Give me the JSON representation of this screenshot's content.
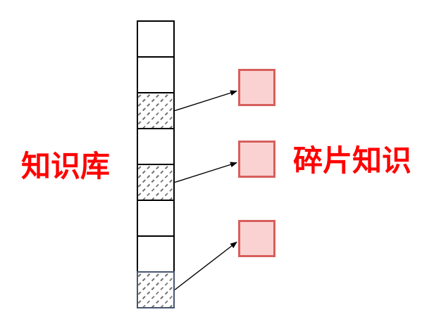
{
  "labels": {
    "left": "知识库",
    "right": "碎片知识"
  },
  "colors": {
    "background": "#ffffff",
    "label_text": "#ff0000",
    "cell_border": "#000000",
    "cell_fill": "#ffffff",
    "accent_cell_border": "#46556f",
    "hatch_stroke": "#777777",
    "fragment_fill": "#fbd2d2",
    "fragment_border": "#d65f5c",
    "arrow_stroke": "#000000"
  },
  "stack": {
    "cells": [
      {
        "id": 1,
        "hatched": false
      },
      {
        "id": 2,
        "hatched": false
      },
      {
        "id": 3,
        "hatched": true
      },
      {
        "id": 4,
        "hatched": false
      },
      {
        "id": 5,
        "hatched": true
      },
      {
        "id": 6,
        "hatched": false
      },
      {
        "id": 7,
        "hatched": false
      },
      {
        "id": 8,
        "hatched": true,
        "accent_border": true
      }
    ]
  },
  "fragments": [
    {
      "id": 1
    },
    {
      "id": 2
    },
    {
      "id": 3
    }
  ],
  "connections": [
    {
      "from_cell": 3,
      "to_fragment": 1
    },
    {
      "from_cell": 5,
      "to_fragment": 2
    },
    {
      "from_cell": 8,
      "to_fragment": 3
    }
  ]
}
